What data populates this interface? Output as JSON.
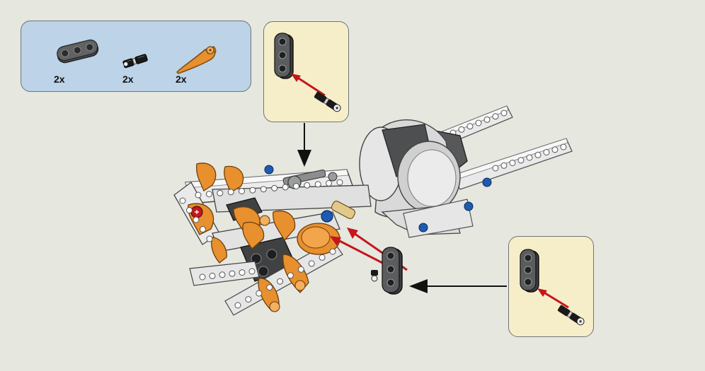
{
  "parts_list": {
    "items": [
      {
        "name": "beam-3-module",
        "color": "#4a4c4e",
        "quantity": "2x"
      },
      {
        "name": "axle-pin",
        "color": "#1a1a1a",
        "quantity": "2x"
      },
      {
        "name": "curved-panel",
        "color": "#e8902e",
        "quantity": "2x"
      }
    ]
  },
  "colors": {
    "background": "#e6e7df",
    "parts_panel": "#bcd3e8",
    "callout": "#f6eec8",
    "arrow_red": "#c4161c",
    "light_gray_beam": "#d8d8d8",
    "orange": "#e8902e",
    "dark_gray": "#4a4c4e",
    "blue": "#1d5bb0"
  }
}
